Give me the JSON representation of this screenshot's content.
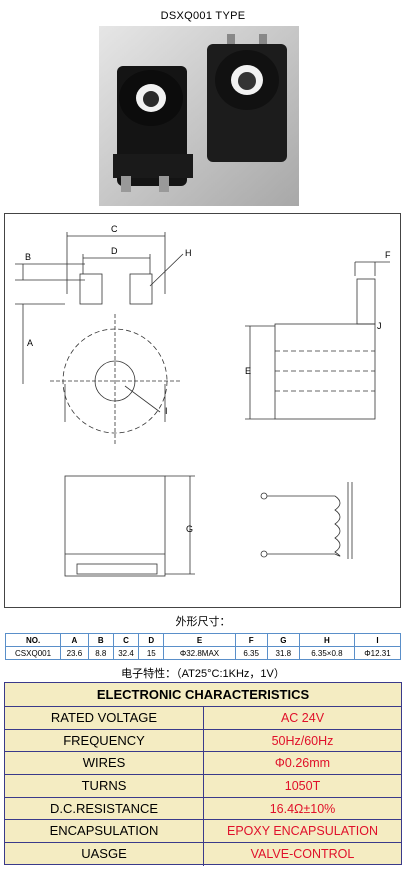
{
  "header": {
    "title": "DSXQ001 TYPE"
  },
  "photo": {
    "description_icon": "solenoid-coil-photo"
  },
  "drawing": {
    "labels": {
      "A": "A",
      "B": "B",
      "C": "C",
      "D": "D",
      "E": "E",
      "F": "F",
      "G": "G",
      "H": "H",
      "I": "I",
      "J": "J"
    }
  },
  "dimensions": {
    "caption": "外形尺寸：",
    "headers": [
      "NO.",
      "A",
      "B",
      "C",
      "D",
      "E",
      "F",
      "G",
      "H",
      "I"
    ],
    "row": [
      "CSXQ001",
      "23.6",
      "8.8",
      "32.4",
      "15",
      "Φ32.8MAX",
      "6.35",
      "31.8",
      "6.35×0.8",
      "Φ12.31"
    ]
  },
  "electronic": {
    "caption": "电子特性：（AT25°C:1KHz，1V）",
    "title": "ELECTRONIC CHARACTERISTICS",
    "rows": [
      {
        "key": "RATED VOLTAGE",
        "value": "AC 24V"
      },
      {
        "key": "FREQUENCY",
        "value": "50Hz/60Hz"
      },
      {
        "key": "WIRES",
        "value": "Φ0.26mm"
      },
      {
        "key": "TURNS",
        "value": "1050T"
      },
      {
        "key": "D.C.RESISTANCE",
        "value": "16.4Ω±10%"
      },
      {
        "key": "ENCAPSULATION",
        "value": "EPOXY ENCAPSULATION"
      },
      {
        "key": "UASGE",
        "value": "VALVE-CONTROL"
      }
    ],
    "value_color": "#e0102a",
    "background": "#f4ecc2"
  }
}
